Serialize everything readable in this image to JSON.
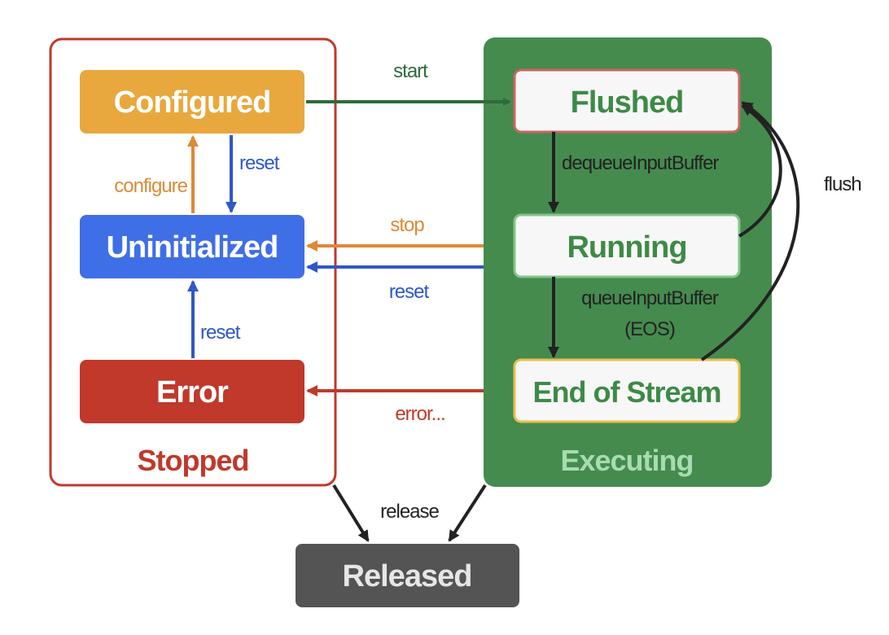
{
  "groups": {
    "stopped": {
      "label": "Stopped",
      "color": "#c0392b"
    },
    "executing": {
      "label": "Executing",
      "color": "#458b4e",
      "label_color": "#a8dcb0"
    }
  },
  "states": {
    "configured": {
      "label": "Configured",
      "color": "#e8a83d"
    },
    "uninitialized": {
      "label": "Uninitialized",
      "color": "#3f6fe6"
    },
    "error": {
      "label": "Error",
      "color": "#c0392b"
    },
    "flushed": {
      "label": "Flushed",
      "border_color": "#cc6660"
    },
    "running": {
      "label": "Running",
      "border_color": "#84c48d"
    },
    "end_of_stream": {
      "label": "End of Stream",
      "border_color": "#e8c04d"
    },
    "released": {
      "label": "Released",
      "color": "#545454"
    }
  },
  "transitions": {
    "start": "start",
    "configure": "configure",
    "reset_configured": "reset",
    "reset_error": "reset",
    "stop": "stop",
    "reset_executing": "reset",
    "error": "error...",
    "dequeue": "dequeueInputBuffer",
    "queue_line1": "queueInputBuffer",
    "queue_line2": "(EOS)",
    "flush": "flush",
    "release": "release"
  },
  "colors": {
    "start_arrow": "#2e6b3a",
    "configure_arrow": "#dd8a35",
    "reset_arrow": "#2f57c9",
    "stop_arrow": "#dd8a35",
    "error_arrow": "#c0392b",
    "dark_arrow": "#222222"
  }
}
